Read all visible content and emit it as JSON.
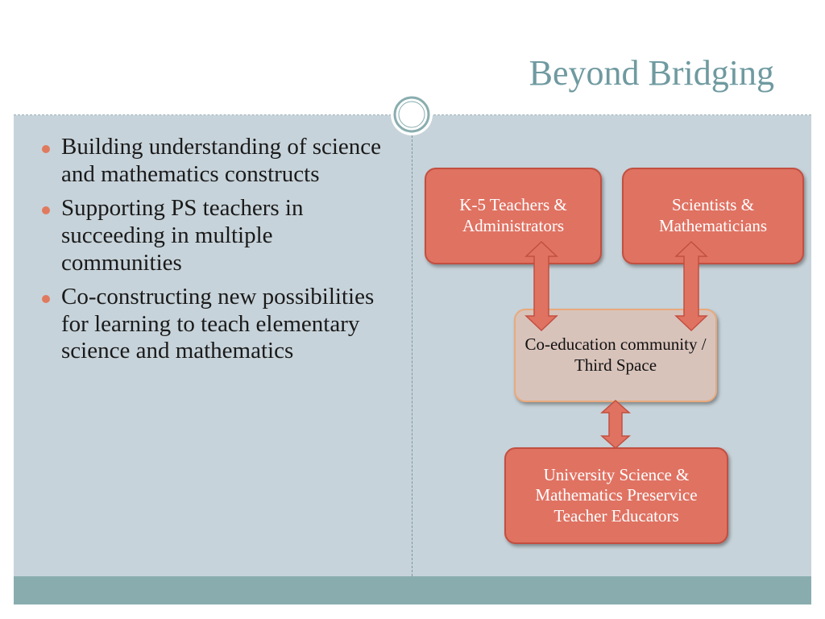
{
  "slide": {
    "title": "Beyond Bridging"
  },
  "bullets": [
    "Building understanding of science and mathematics constructs",
    "Supporting PS teachers in succeeding in multiple communities",
    "Co-constructing new possibilities for learning to teach elementary science and mathematics"
  ],
  "diagram": {
    "nodes": {
      "teachers": "K-5 Teachers & Administrators",
      "scientists": "Scientists & Mathematicians",
      "coeducation": "Co-education community / Third Space",
      "university": "University Science & Mathematics Preservice Teacher Educators"
    },
    "connections": [
      {
        "from": "teachers",
        "to": "coeducation",
        "type": "double-arrow"
      },
      {
        "from": "scientists",
        "to": "coeducation",
        "type": "double-arrow"
      },
      {
        "from": "coeducation",
        "to": "university",
        "type": "double-arrow"
      }
    ]
  },
  "colors": {
    "title": "#6f9aa0",
    "content_background": "#c7d3da",
    "footer": "#89adaf",
    "node_fill": "#e07262",
    "node_border": "#c24f40",
    "center_node_fill": "#d8c3bb",
    "arrow_fill": "#e07262",
    "bullet": "#e07a5f"
  }
}
